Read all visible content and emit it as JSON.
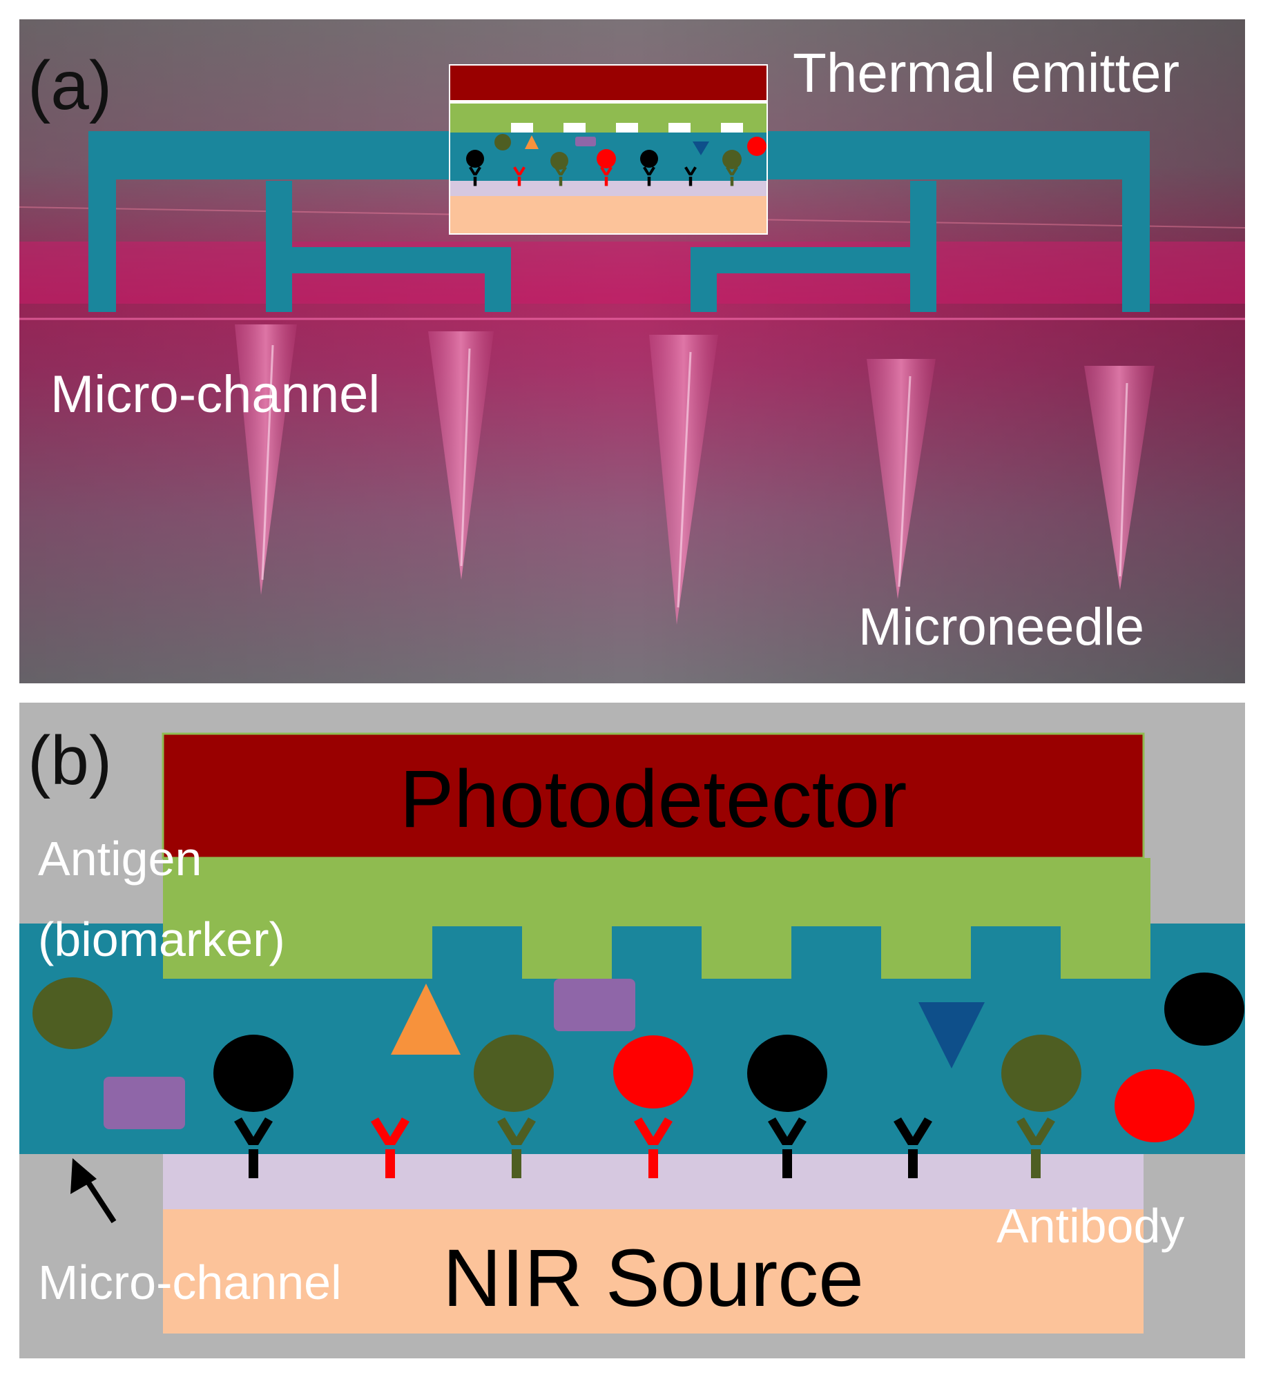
{
  "panel_a": {
    "letter": "(a)",
    "thermal_emitter_label": "Thermal emitter",
    "micro_channel_label": "Micro-channel",
    "microneedle_label": "Microneedle"
  },
  "panel_b": {
    "letter": "(b)",
    "photodetector_label": "Photodetector",
    "antigen_label_line1": "Antigen",
    "antigen_label_line2": "(biomarker)",
    "nir_source_label": "NIR Source",
    "antibody_label": "Antibody",
    "micro_channel_label": "Micro-channel"
  },
  "colors": {
    "emitter_red": "#990000",
    "grating_green": "#8fbb50",
    "channel_teal": "#1a869c",
    "substrate_lilac": "#d6c8e0",
    "source_peach": "#fcc39a",
    "panel_b_gray": "#b4b4b4",
    "antigen_olive": "#4e5e22",
    "antigen_black": "#000000",
    "antigen_red": "#ff0000",
    "antigen_orange": "#f7923c",
    "antigen_purple": "#8f66a8",
    "antigen_blue": "#0e4f8a"
  }
}
